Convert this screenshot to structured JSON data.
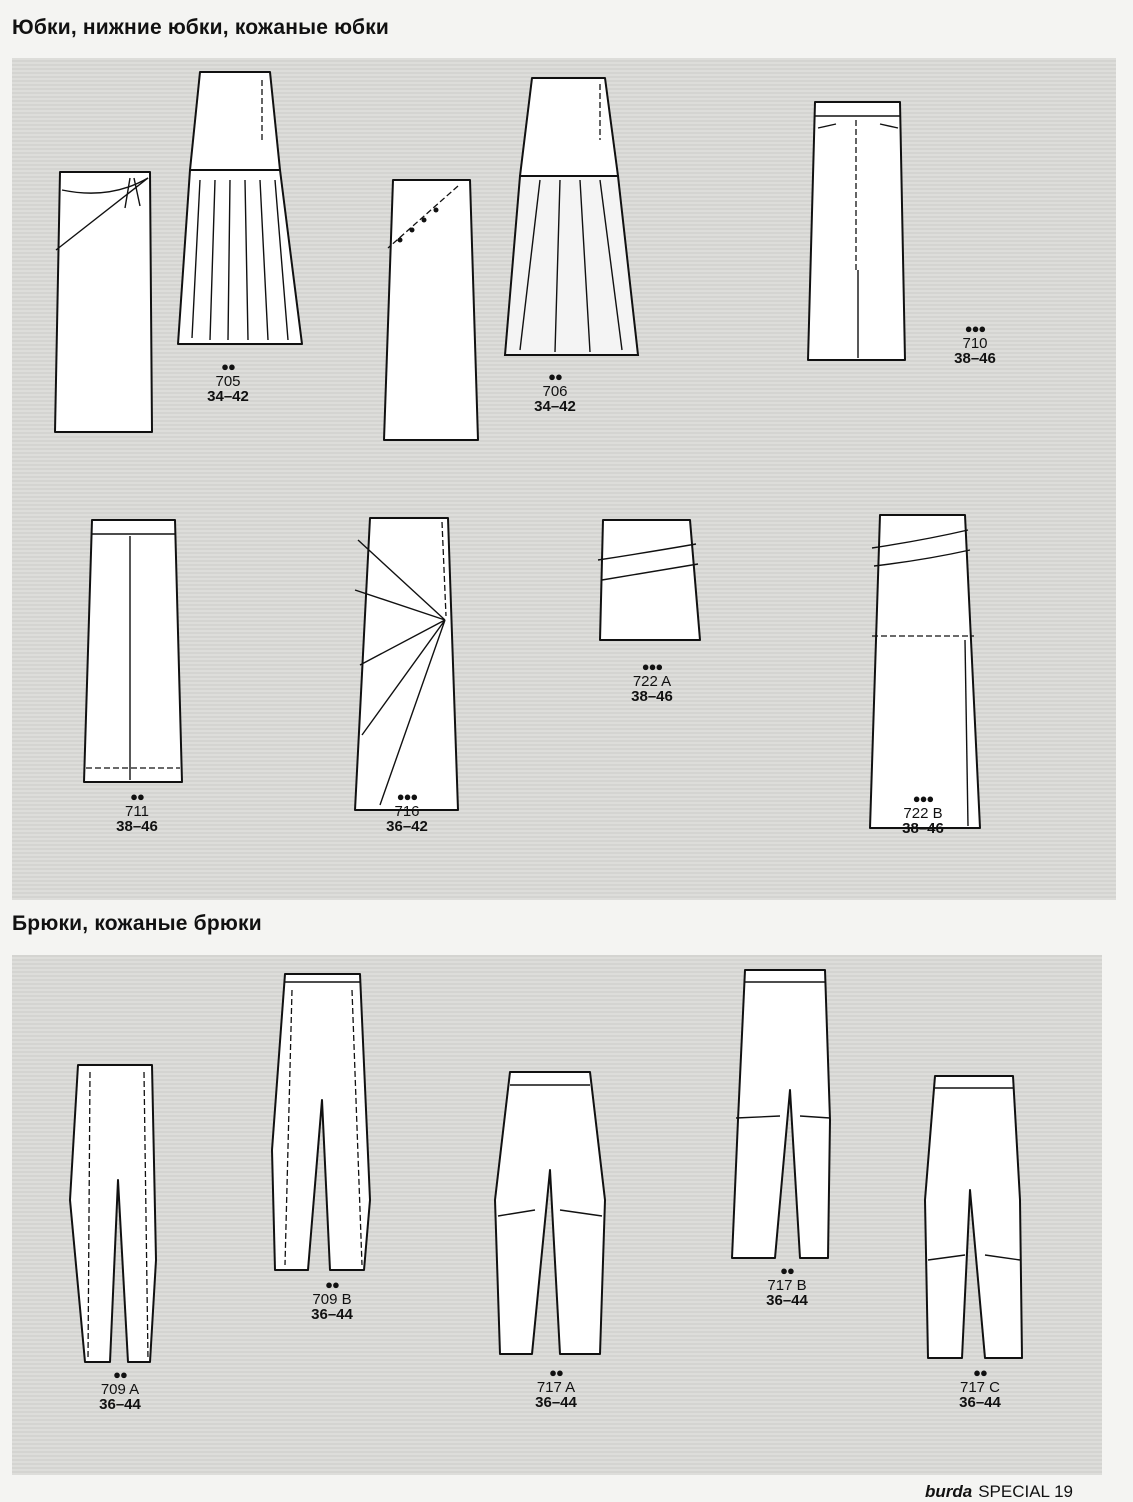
{
  "sections": {
    "skirts_heading": "Юбки, нижние юбки, кожаные юбки",
    "trousers_heading": "Брюки, кожаные брюки"
  },
  "models": {
    "m705": {
      "dots": "●●",
      "number": "705",
      "sizes": "34–42"
    },
    "m706": {
      "dots": "●●",
      "number": "706",
      "sizes": "34–42"
    },
    "m710": {
      "dots": "●●●",
      "number": "710",
      "sizes": "38–46"
    },
    "m711": {
      "dots": "●●",
      "number": "711",
      "sizes": "38–46"
    },
    "m716": {
      "dots": "●●●",
      "number": "716",
      "sizes": "36–42"
    },
    "m722a": {
      "dots": "●●●",
      "number": "722 A",
      "sizes": "38–46"
    },
    "m722b": {
      "dots": "●●●",
      "number": "722 B",
      "sizes": "38–46"
    },
    "m709a": {
      "dots": "●●",
      "number": "709 A",
      "sizes": "36–44"
    },
    "m709b": {
      "dots": "●●",
      "number": "709 B",
      "sizes": "36–44"
    },
    "m717a": {
      "dots": "●●",
      "number": "717 A",
      "sizes": "36–44"
    },
    "m717b": {
      "dots": "●●",
      "number": "717 B",
      "sizes": "36–44"
    },
    "m717c": {
      "dots": "●●",
      "number": "717 C",
      "sizes": "36–44"
    }
  },
  "footer": {
    "brand": "burda",
    "text": "SPECIAL 19"
  }
}
